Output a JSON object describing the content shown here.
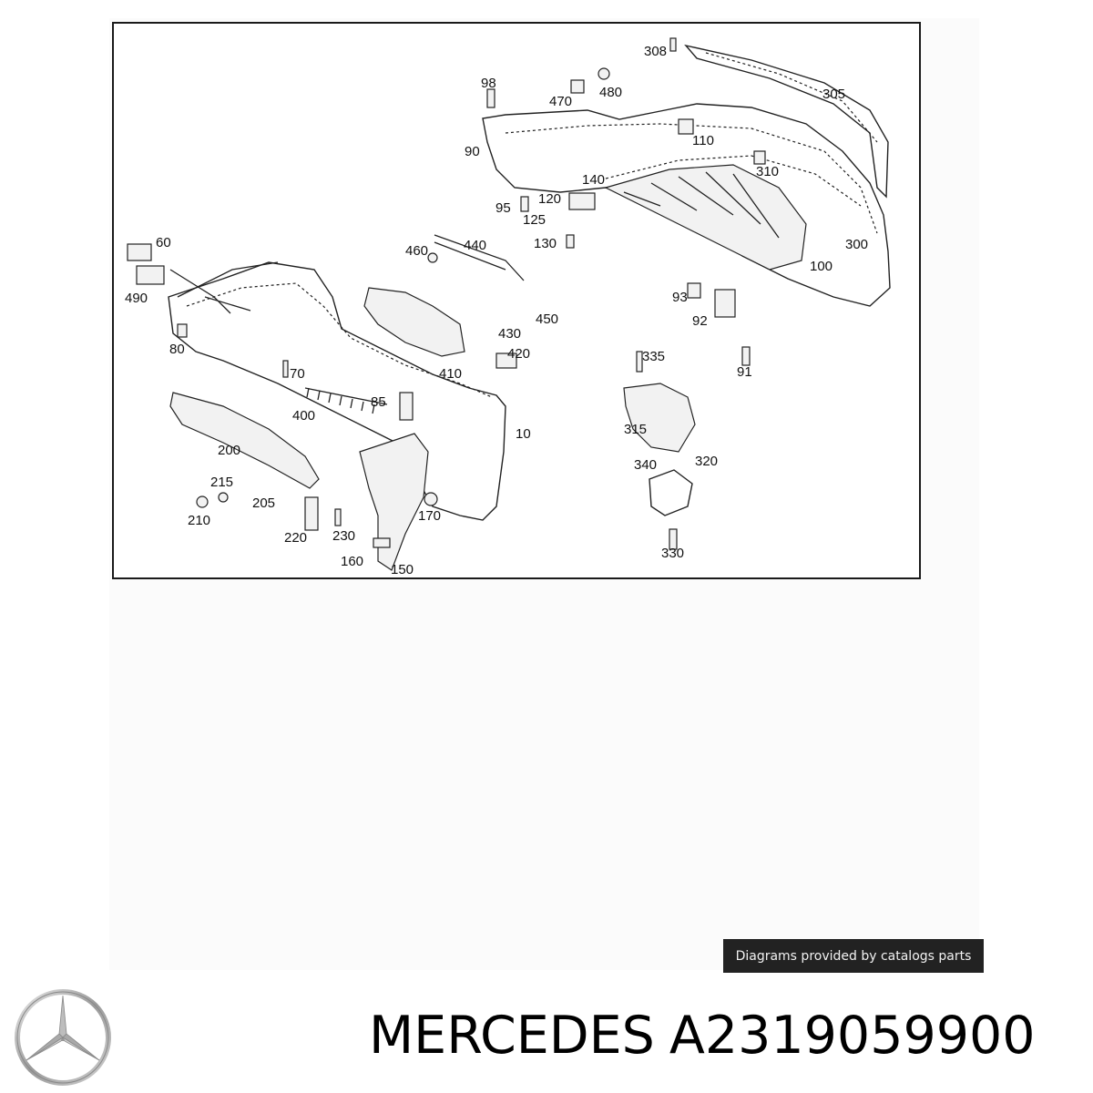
{
  "diagram": {
    "part_numbers": [
      "308",
      "98",
      "470",
      "480",
      "305",
      "90",
      "110",
      "310",
      "140",
      "95",
      "120",
      "125",
      "130",
      "300",
      "100",
      "60",
      "490",
      "80",
      "460",
      "440",
      "430",
      "450",
      "420",
      "410",
      "93",
      "92",
      "91",
      "70",
      "400",
      "85",
      "10",
      "335",
      "315",
      "200",
      "215",
      "205",
      "210",
      "220",
      "230",
      "170",
      "160",
      "150",
      "340",
      "320",
      "330"
    ]
  },
  "footer": {
    "credit": "Diagrams provided by catalogs parts",
    "brand": "MERCEDES",
    "part_number": "A2319059900",
    "logo_icon": "mercedes-star-icon"
  }
}
